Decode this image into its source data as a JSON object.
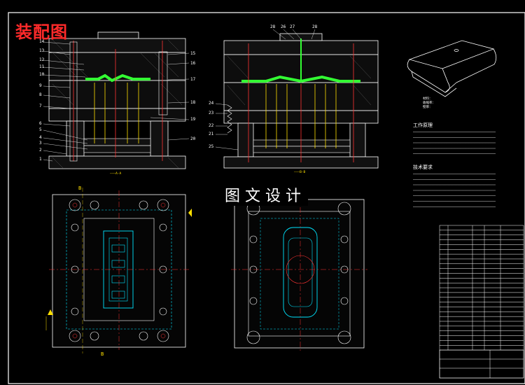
{
  "drawing": {
    "title": "装配图",
    "watermark": "图文设计"
  },
  "callouts_left": [
    "14",
    "13",
    "12",
    "11",
    "10",
    "9",
    "8",
    "7",
    "6",
    "5",
    "4",
    "3",
    "2",
    "1"
  ],
  "callouts_right": [
    "15",
    "16",
    "17",
    "18",
    "19",
    "20"
  ],
  "callouts_top": [
    "28",
    "26",
    "27",
    "28"
  ],
  "callouts_mid": [
    "24",
    "23",
    "22",
    "21",
    "25"
  ],
  "section_markers": [
    "B",
    "B"
  ],
  "section_captions": [
    "———A-A",
    "———B-B"
  ],
  "product_info": [
    "材料：",
    "收缩率：",
    "壁厚："
  ],
  "tech_requirements_title": "工作原理",
  "tech_requirements_text": [
    "",
    ""
  ],
  "assembly_notes_title": "技术要求",
  "assembly_notes_text": [
    "",
    ""
  ],
  "colors": {
    "border": "#ffffff",
    "title": "#ff2a2a",
    "mold_green": "#33ff33",
    "centerline": "#ff3333",
    "cyan": "#00e5ff",
    "yellow": "#ffe000",
    "red": "#ff2020"
  }
}
